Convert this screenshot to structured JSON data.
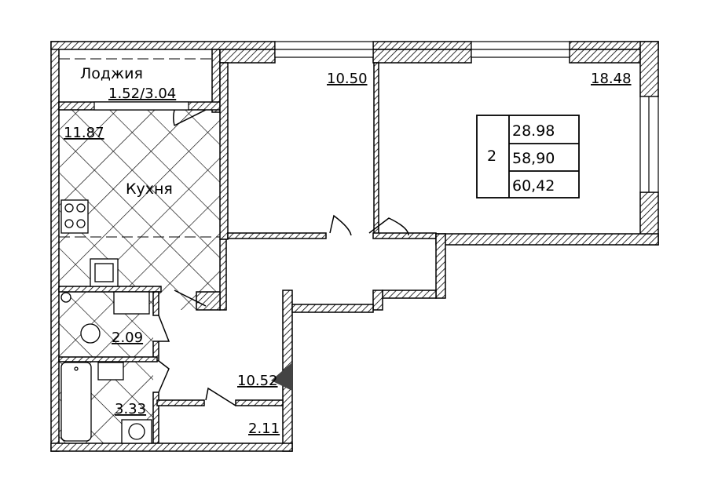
{
  "plan": {
    "loggia": {
      "name": "Лоджия",
      "area": "1.52/3.04"
    },
    "kitchen": {
      "name": "Кухня",
      "area": "11.87"
    },
    "room_1": {
      "area": "10.50"
    },
    "room_2": {
      "area": "18.48"
    },
    "bathroom_1": {
      "area": "2.09"
    },
    "bathroom_2": {
      "area": "3.33"
    },
    "hallway": {
      "area": "10.52"
    },
    "corridor": {
      "area": "2.11"
    },
    "summary": {
      "rooms": "2",
      "living_area": "28.98",
      "total_area": "58,90",
      "total_with_loggia": "60,42"
    },
    "colors": {
      "wall": "#000000",
      "arrow": "#444444"
    }
  }
}
